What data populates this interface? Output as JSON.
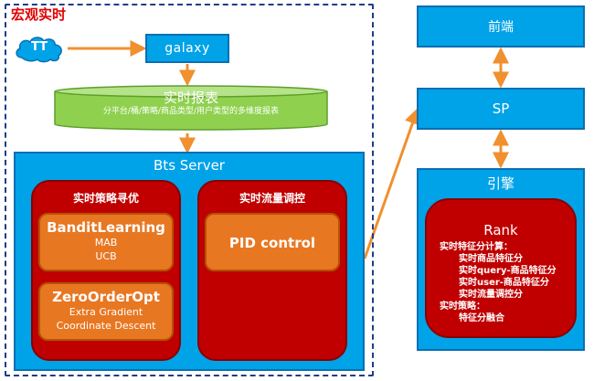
{
  "frame": {
    "title": "宏观实时"
  },
  "tt": {
    "label": "TT"
  },
  "galaxy": {
    "label": "galaxy"
  },
  "report": {
    "title": "实时报表",
    "subtitle": "分平台/桶/策略/商品类型/用户类型的多维度报表"
  },
  "bts": {
    "label": "Bts Server",
    "strategy_panel": {
      "title": "实时策略寻优",
      "bandit": {
        "title": "BanditLearning",
        "lines": [
          "MAB",
          "UCB"
        ]
      },
      "zero_order": {
        "title": "ZeroOrderOpt",
        "lines": [
          "Extra Gradient",
          "Coordinate Descent"
        ]
      }
    },
    "traffic_panel": {
      "title": "实时流量调控",
      "pid": {
        "title": "PID control"
      }
    }
  },
  "frontend": {
    "label": "前端"
  },
  "sp": {
    "label": "SP"
  },
  "engine": {
    "label": "引擎",
    "rank": {
      "title": "Rank",
      "items": [
        "实时特征分计算：",
        "实时商品特征分",
        "实时query-商品特征分",
        "实时user-商品特征分",
        "实时流量调控分",
        "实时策略：",
        "特征分融合"
      ]
    }
  },
  "colors": {
    "blue_box": "#00a2e8",
    "red_panel": "#c00000",
    "orange_box": "#e87722",
    "report_green": "#8fd14f",
    "arrow": "#f0902e",
    "frame_border": "#1f3c88",
    "title_red": "#e00000"
  },
  "icons": {
    "tt": "cloud-icon"
  }
}
